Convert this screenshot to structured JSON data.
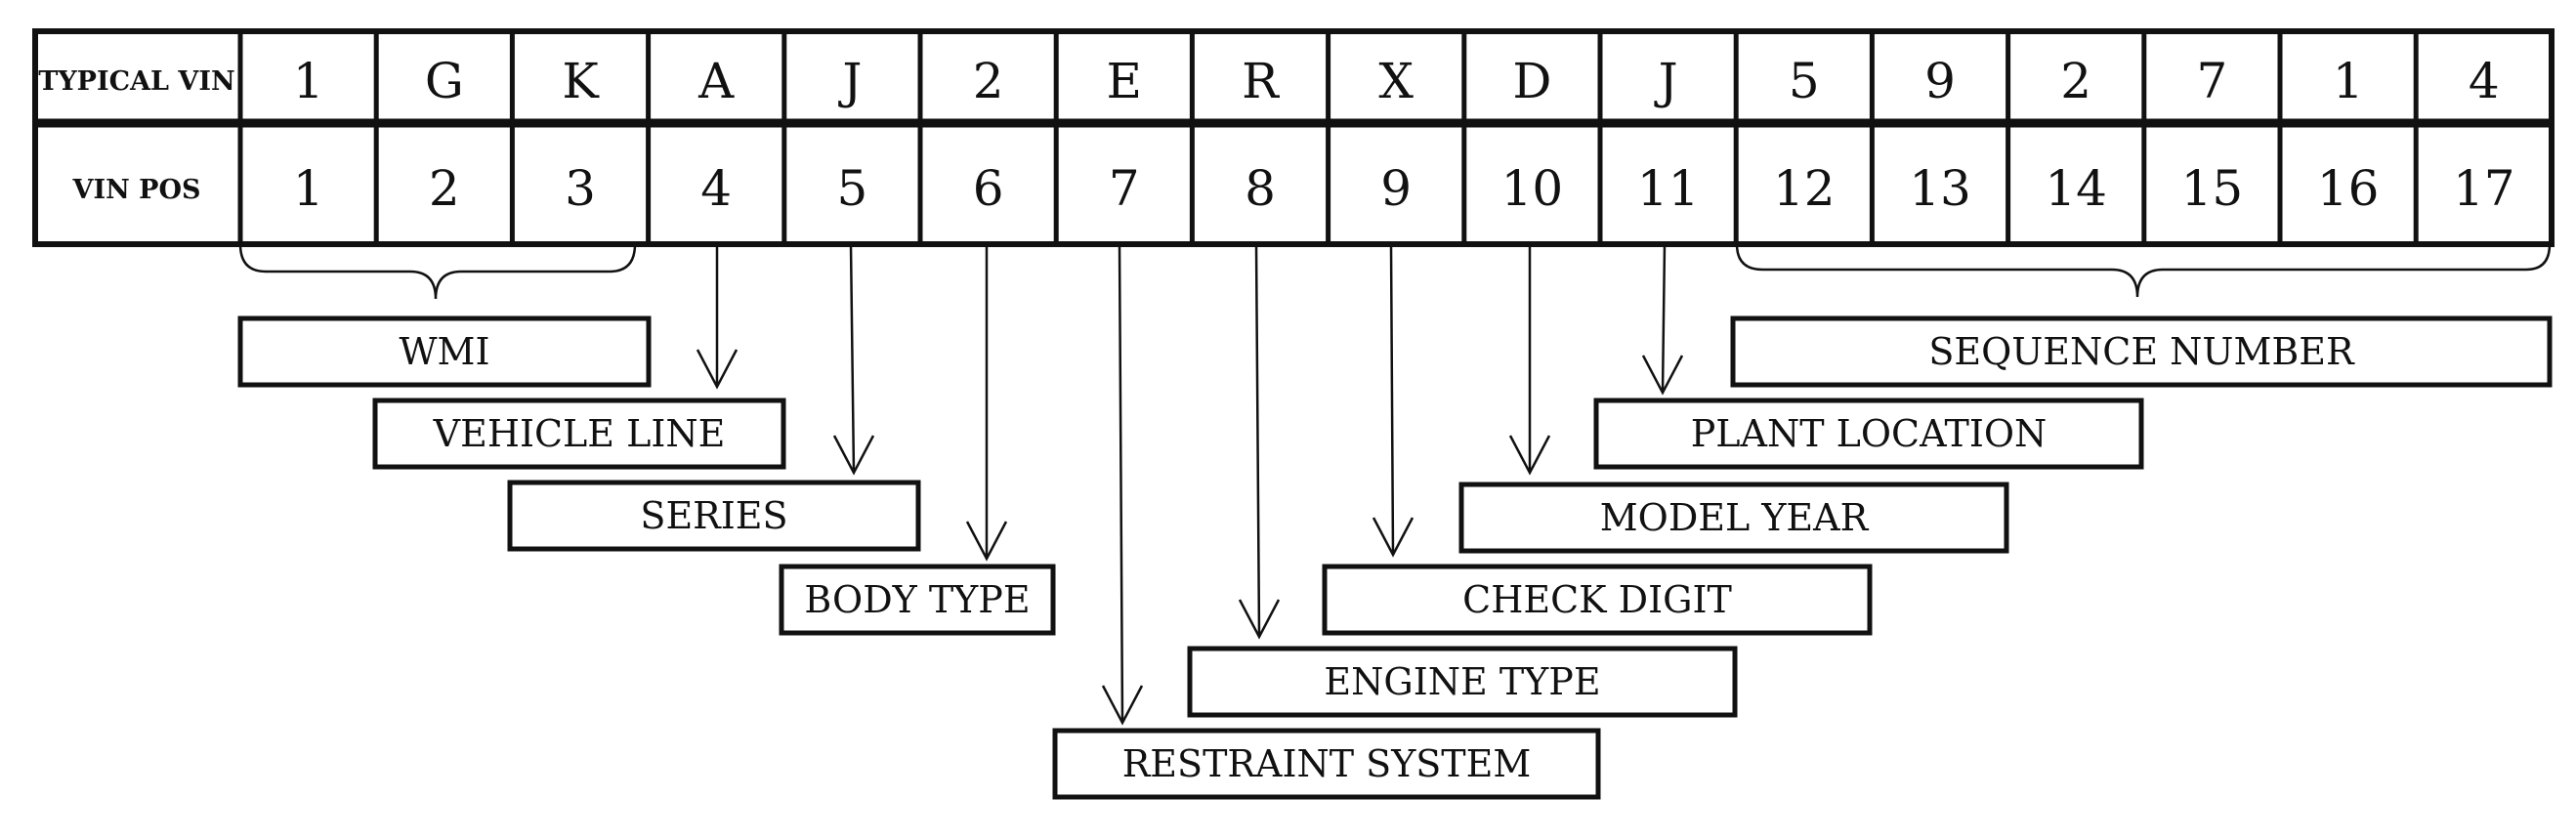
{
  "table": {
    "row1_header": "TYPICAL VIN",
    "row2_header": "VIN POS",
    "vin_chars": [
      "1",
      "G",
      "K",
      "A",
      "J",
      "2",
      "E",
      "R",
      "X",
      "D",
      "J",
      "5",
      "9",
      "2",
      "7",
      "1",
      "4"
    ],
    "positions": [
      "1",
      "2",
      "3",
      "4",
      "5",
      "6",
      "7",
      "8",
      "9",
      "10",
      "11",
      "12",
      "13",
      "14",
      "15",
      "16",
      "17"
    ]
  },
  "labels": [
    {
      "id": "wmi",
      "text": "WMI",
      "positions": [
        1,
        3
      ],
      "pointer": "brace"
    },
    {
      "id": "vehicle-line",
      "text": "VEHICLE LINE",
      "positions": [
        4
      ],
      "pointer": "arrow"
    },
    {
      "id": "series",
      "text": "SERIES",
      "positions": [
        5
      ],
      "pointer": "arrow"
    },
    {
      "id": "body-type",
      "text": "BODY TYPE",
      "positions": [
        6
      ],
      "pointer": "arrow"
    },
    {
      "id": "restraint-system",
      "text": "RESTRAINT SYSTEM",
      "positions": [
        7
      ],
      "pointer": "arrow"
    },
    {
      "id": "engine-type",
      "text": "ENGINE TYPE",
      "positions": [
        8
      ],
      "pointer": "arrow"
    },
    {
      "id": "check-digit",
      "text": "CHECK DIGIT",
      "positions": [
        9
      ],
      "pointer": "arrow"
    },
    {
      "id": "model-year",
      "text": "MODEL YEAR",
      "positions": [
        10
      ],
      "pointer": "arrow"
    },
    {
      "id": "plant-location",
      "text": "PLANT LOCATION",
      "positions": [
        11
      ],
      "pointer": "arrow"
    },
    {
      "id": "sequence-number",
      "text": "SEQUENCE NUMBER",
      "positions": [
        12,
        17
      ],
      "pointer": "brace"
    }
  ]
}
